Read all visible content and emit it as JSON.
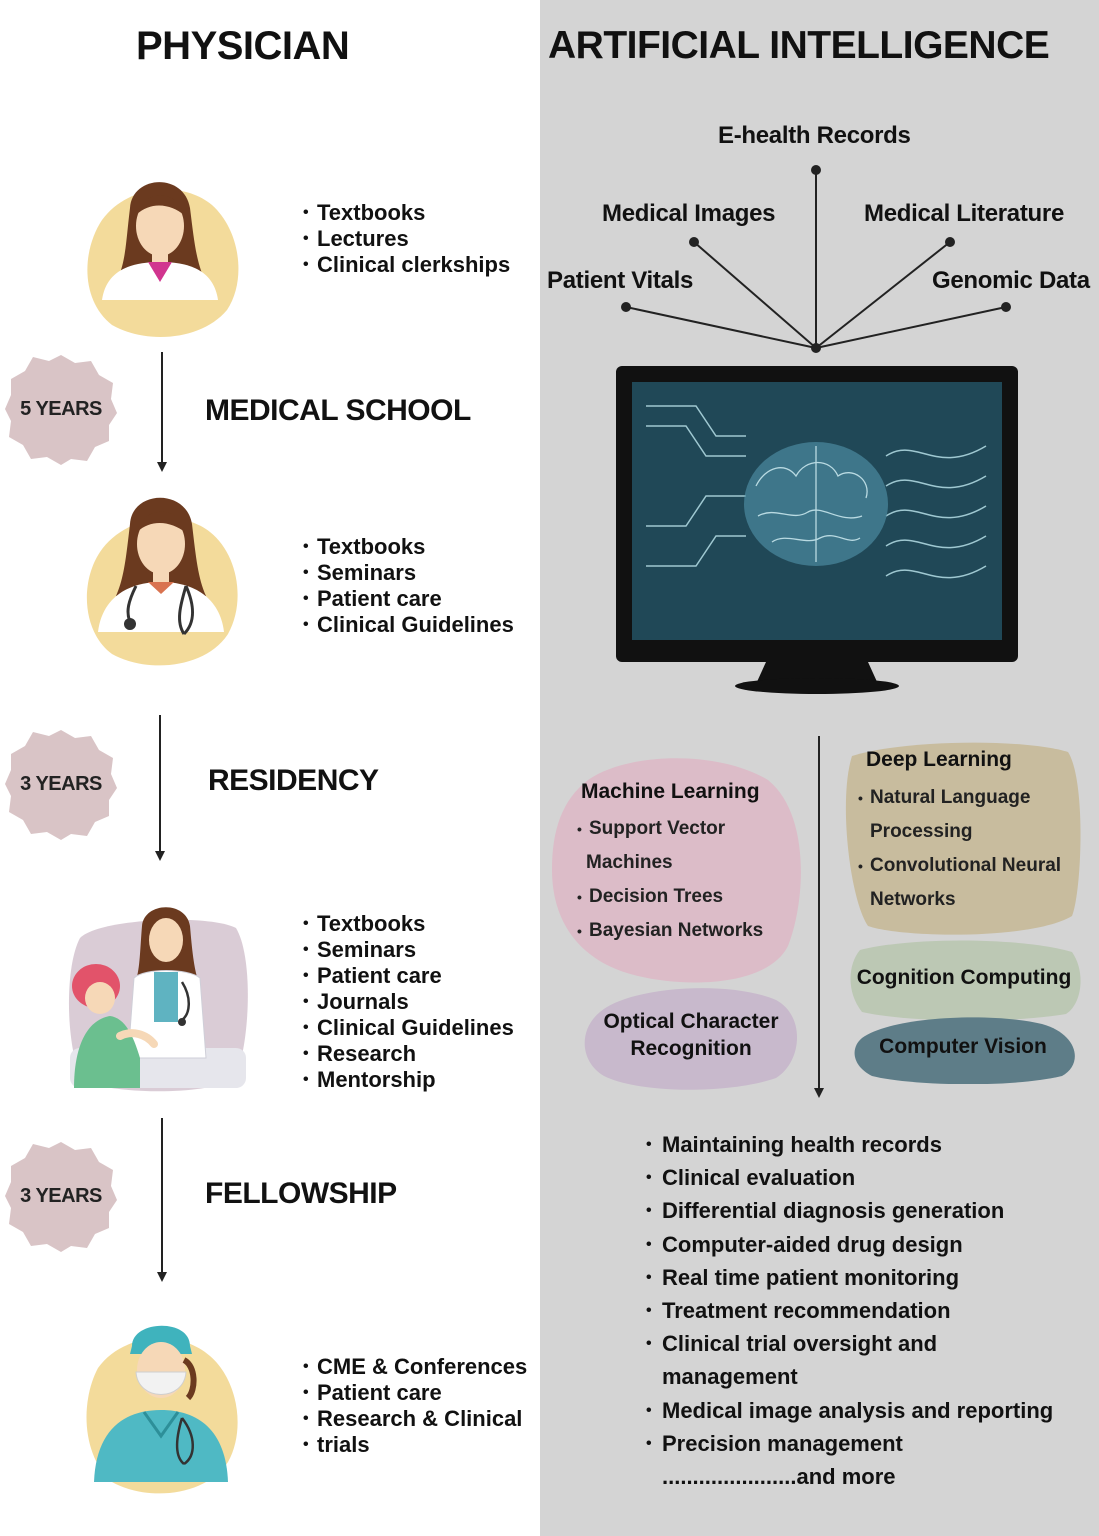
{
  "titles": {
    "physician": "PHYSICIAN",
    "ai": "ARTIFICIAL INTELLIGENCE"
  },
  "physician_stages": [
    {
      "items": [
        "Textbooks",
        "Lectures",
        "Clinical clerkships"
      ]
    },
    {
      "duration": "5 YEARS",
      "name": "MEDICAL SCHOOL",
      "items": [
        "Textbooks",
        "Seminars",
        "Patient care",
        "Clinical Guidelines"
      ]
    },
    {
      "duration": "3 YEARS",
      "name": "RESIDENCY",
      "items": [
        "Textbooks",
        "Seminars",
        "Patient care",
        "Journals",
        "Clinical Guidelines",
        "Research",
        "Mentorship"
      ]
    },
    {
      "duration": "3 YEARS",
      "name": "FELLOWSHIP",
      "items": [
        "CME & Conferences",
        "Patient care",
        "Research & Clinical",
        "trials"
      ]
    }
  ],
  "ai_sources": [
    "E-health Records",
    "Medical Images",
    "Medical Literature",
    "Patient Vitals",
    "Genomic Data"
  ],
  "ai_methods": {
    "machine_learning": {
      "title": "Machine Learning",
      "items": [
        "Support Vector",
        "Machines",
        "Decision Trees",
        "Bayesian Networks"
      ]
    },
    "deep_learning": {
      "title": "Deep Learning",
      "items": [
        "Natural Language",
        "Processing",
        "Convolutional Neural",
        "Networks"
      ]
    },
    "ocr": {
      "line1": "Optical Character",
      "line2": "Recognition"
    },
    "cognition": "Cognition Computing",
    "vision": "Computer Vision"
  },
  "ai_applications": [
    "Maintaining health records",
    "Clinical evaluation",
    "Differential diagnosis generation",
    "Computer-aided drug design",
    "Real time patient monitoring",
    "Treatment recommendation",
    "Clinical trial oversight and",
    "management",
    "Medical image analysis and reporting",
    "Precision management"
  ],
  "ai_more": "......................and more",
  "colors": {
    "panel": "#d4d4d4",
    "badge": "#d9c4c6",
    "yellow_splash": "#f1d58a",
    "ml_blob": "#dcbcc8",
    "dl_blob": "#c8bc9e",
    "ocr_blob": "#c8b9cc",
    "cognition_blob": "#bcc8b4",
    "vision_blob": "#5e7d88",
    "screen": "#1d3845"
  }
}
